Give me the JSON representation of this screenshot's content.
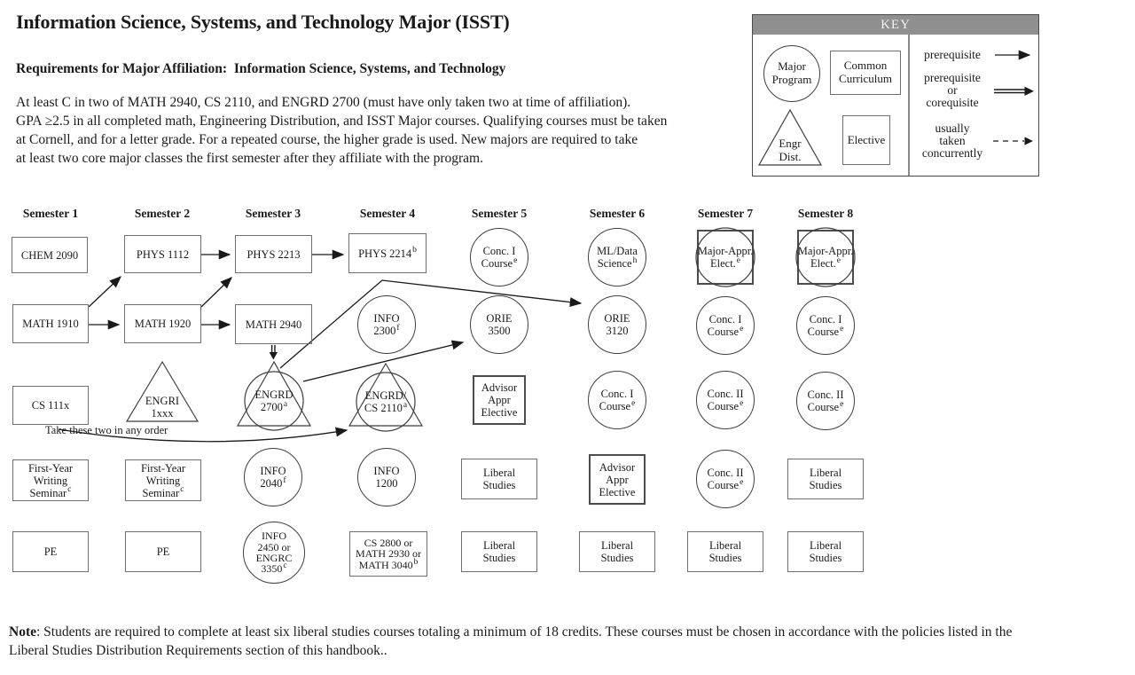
{
  "title": "Information Science, Systems, and Technology Major (ISST)",
  "requirements_heading": "Requirements for Major Affiliation:  Information Science, Systems, and Technology",
  "affiliation_lines": [
    "At least C in two of MATH 2940, CS 2110, and ENGRD 2700 (must have only taken two at time of affiliation).",
    "GPA ≥2.5 in all completed math, Engineering Distribution, and ISST Major courses. Qualifying courses must be taken",
    "at Cornell, and for a letter grade. For a repeated course, the higher grade is used. New majors are required to take",
    "at least two core major classes the first semester after they affiliate with the program."
  ],
  "note": {
    "bold": "Note",
    "line1_rest": ": Students are required to complete at least six liberal studies courses totaling a minimum of 18 credits.  These courses must be chosen in accordance with the policies listed in the",
    "line2": "Liberal Studies Distribution Requirements section of this handbook.."
  },
  "key": {
    "title": "KEY",
    "shapes": [
      {
        "type": "circle",
        "label": [
          "Major",
          "Program"
        ]
      },
      {
        "type": "rect",
        "label": [
          "Common",
          "Curriculum"
        ]
      },
      {
        "type": "triangle",
        "label": [
          "Engr",
          "Dist."
        ]
      },
      {
        "type": "square",
        "label": [
          "Elective"
        ]
      }
    ],
    "arrows": [
      {
        "style": "solid",
        "label": [
          "prerequisite"
        ]
      },
      {
        "style": "double",
        "label": [
          "prerequisite",
          "or",
          "corequisite"
        ]
      },
      {
        "style": "dashed",
        "label": [
          "usually",
          "taken",
          "concurrently"
        ]
      }
    ]
  },
  "semesters": [
    "Semester 1",
    "Semester 2",
    "Semester 3",
    "Semester 4",
    "Semester 5",
    "Semester 6",
    "Semester 7",
    "Semester 8"
  ],
  "annotation": "Take these two in any order",
  "colors": {
    "key_header_bg": "#8f8f8f",
    "key_header_text": "#f4f4f4",
    "line": "#1a1a1a",
    "rect_border": "#6f6f6f"
  },
  "nodes": [
    {
      "id": "chem2090",
      "semester": 1,
      "shape": "rect",
      "lines": [
        "CHEM 2090"
      ]
    },
    {
      "id": "phys1112",
      "semester": 2,
      "shape": "rect",
      "lines": [
        "PHYS 1112"
      ]
    },
    {
      "id": "phys2213",
      "semester": 3,
      "shape": "rect",
      "lines": [
        "PHYS 2213"
      ]
    },
    {
      "id": "phys2214",
      "semester": 4,
      "shape": "rect",
      "lines": [
        "PHYS 2214"
      ],
      "sup": "b"
    },
    {
      "id": "conc1_s5",
      "semester": 5,
      "shape": "circle",
      "lines": [
        "Conc. I",
        "Course"
      ],
      "sup": "e"
    },
    {
      "id": "mldata_s6",
      "semester": 6,
      "shape": "circle",
      "lines": [
        "ML/Data",
        "Science"
      ],
      "sup": "h"
    },
    {
      "id": "majorappr_s7",
      "semester": 7,
      "shape": "circle-square",
      "lines": [
        "Major-Appr.",
        "Elect."
      ],
      "sup": "e"
    },
    {
      "id": "majorappr_s8",
      "semester": 8,
      "shape": "circle-square",
      "lines": [
        "Major-Appr.",
        "Elect."
      ],
      "sup": "e"
    },
    {
      "id": "math1910",
      "semester": 1,
      "shape": "rect",
      "lines": [
        "MATH 1910"
      ]
    },
    {
      "id": "math1920",
      "semester": 2,
      "shape": "rect",
      "lines": [
        "MATH 1920"
      ]
    },
    {
      "id": "math2940",
      "semester": 3,
      "shape": "rect",
      "lines": [
        "MATH 2940"
      ]
    },
    {
      "id": "info2300",
      "semester": 4,
      "shape": "circle",
      "lines": [
        "INFO",
        "2300"
      ],
      "sup": "f"
    },
    {
      "id": "orie3500",
      "semester": 5,
      "shape": "circle",
      "lines": [
        "ORIE",
        "3500"
      ]
    },
    {
      "id": "orie3120",
      "semester": 6,
      "shape": "circle",
      "lines": [
        "ORIE",
        "3120"
      ]
    },
    {
      "id": "conc1_s7",
      "semester": 7,
      "shape": "circle",
      "lines": [
        "Conc. I",
        "Course"
      ],
      "sup": "e"
    },
    {
      "id": "conc1_s8",
      "semester": 8,
      "shape": "circle",
      "lines": [
        "Conc. I",
        "Course"
      ],
      "sup": "e"
    },
    {
      "id": "cs111x",
      "semester": 1,
      "shape": "rect",
      "lines": [
        "CS 111x"
      ]
    },
    {
      "id": "engri1xxx",
      "semester": 2,
      "shape": "triangle",
      "lines": [
        "ENGRI",
        "1xxx"
      ]
    },
    {
      "id": "engrd2700",
      "semester": 3,
      "shape": "tri-circle",
      "lines": [
        "ENGRD",
        "2700"
      ],
      "sup": "a"
    },
    {
      "id": "engrdcs2110",
      "semester": 4,
      "shape": "tri-circle",
      "lines": [
        "ENGRD/",
        "CS 2110"
      ],
      "sup": "a"
    },
    {
      "id": "advisor_s5",
      "semester": 5,
      "shape": "square",
      "lines": [
        "Advisor",
        "Appr",
        "Elective"
      ]
    },
    {
      "id": "conc1_s6",
      "semester": 6,
      "shape": "circle",
      "lines": [
        "Conc. I",
        "Course"
      ],
      "sup": "e"
    },
    {
      "id": "conc2_s7",
      "semester": 7,
      "shape": "circle",
      "lines": [
        "Conc. II",
        "Course"
      ],
      "sup": "e"
    },
    {
      "id": "conc2_s8",
      "semester": 8,
      "shape": "circle",
      "lines": [
        "Conc. II",
        "Course"
      ],
      "sup": "e"
    },
    {
      "id": "fws_s1",
      "semester": 1,
      "shape": "rect",
      "lines": [
        "First-Year",
        "Writing",
        "Seminar"
      ],
      "sup": "c"
    },
    {
      "id": "fws_s2",
      "semester": 2,
      "shape": "rect",
      "lines": [
        "First-Year",
        "Writing",
        "Seminar"
      ],
      "sup": "c"
    },
    {
      "id": "info2040",
      "semester": 3,
      "shape": "circle",
      "lines": [
        "INFO",
        "2040"
      ],
      "sup": "f"
    },
    {
      "id": "info1200",
      "semester": 4,
      "shape": "circle",
      "lines": [
        "INFO",
        "1200"
      ]
    },
    {
      "id": "libstud_s5a",
      "semester": 5,
      "shape": "rect",
      "lines": [
        "Liberal",
        "Studies"
      ]
    },
    {
      "id": "advisor_s6",
      "semester": 6,
      "shape": "square",
      "lines": [
        "Advisor",
        "Appr",
        "Elective"
      ]
    },
    {
      "id": "conc2_s7b",
      "semester": 7,
      "shape": "circle",
      "lines": [
        "Conc. II",
        "Course"
      ],
      "sup": "e"
    },
    {
      "id": "libstud_s8a",
      "semester": 8,
      "shape": "rect",
      "lines": [
        "Liberal",
        "Studies"
      ]
    },
    {
      "id": "pe_s1",
      "semester": 1,
      "shape": "rect",
      "lines": [
        "PE"
      ]
    },
    {
      "id": "pe_s2",
      "semester": 2,
      "shape": "rect",
      "lines": [
        "PE"
      ]
    },
    {
      "id": "info2450",
      "semester": 3,
      "shape": "circle",
      "lines": [
        "INFO",
        "2450 or",
        "ENGRC",
        "3350"
      ],
      "sup": "c",
      "small": true
    },
    {
      "id": "cs2800",
      "semester": 4,
      "shape": "rect",
      "lines": [
        "CS 2800 or",
        "MATH 2930 or",
        "MATH 3040"
      ],
      "sup": "b",
      "small": true
    },
    {
      "id": "libstud_s5b",
      "semester": 5,
      "shape": "rect",
      "lines": [
        "Liberal",
        "Studies"
      ]
    },
    {
      "id": "libstud_s6",
      "semester": 6,
      "shape": "rect",
      "lines": [
        "Liberal",
        "Studies"
      ]
    },
    {
      "id": "libstud_s7",
      "semester": 7,
      "shape": "rect",
      "lines": [
        "Liberal",
        "Studies"
      ]
    },
    {
      "id": "libstud_s8b",
      "semester": 8,
      "shape": "rect",
      "lines": [
        "Liberal",
        "Studies"
      ]
    }
  ],
  "edges": [
    {
      "from": "MATH 1910",
      "to": "PHYS 1112",
      "style": "prerequisite"
    },
    {
      "from": "MATH 1910",
      "to": "MATH 1920",
      "style": "prerequisite"
    },
    {
      "from": "PHYS 1112",
      "to": "PHYS 2213",
      "style": "prerequisite"
    },
    {
      "from": "MATH 1920",
      "to": "PHYS 2213",
      "style": "prerequisite"
    },
    {
      "from": "MATH 1920",
      "to": "MATH 2940",
      "style": "prerequisite"
    },
    {
      "from": "PHYS 2213",
      "to": "PHYS 2214",
      "style": "prerequisite"
    },
    {
      "from": "MATH 2940",
      "to": "ENGRD 2700",
      "style": "prerequisite-or-corequisite"
    },
    {
      "from": "ENGRD 2700",
      "to": "ORIE 3120",
      "style": "prerequisite"
    },
    {
      "from": "ENGRD 2700",
      "to": "ORIE 3500",
      "style": "prerequisite"
    },
    {
      "from": "CS 111x",
      "to": "ENGRD/CS 2110",
      "style": "prerequisite"
    }
  ]
}
